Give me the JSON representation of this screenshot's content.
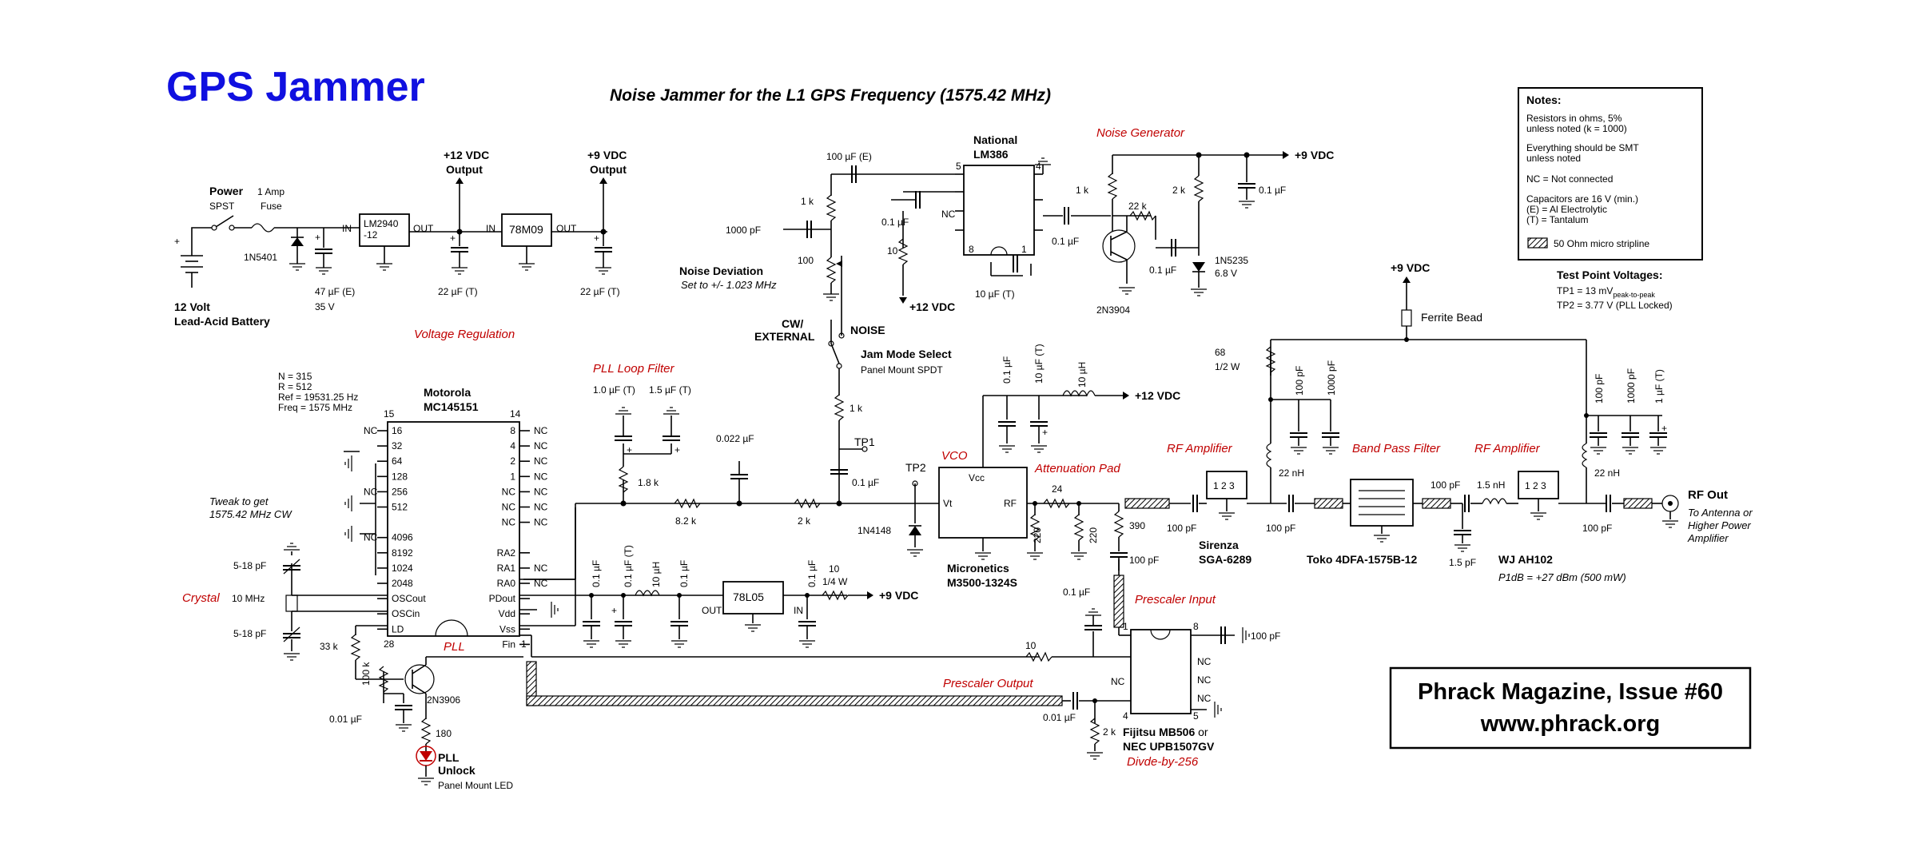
{
  "title": "GPS Jammer",
  "subtitle": "Noise Jammer for the L1 GPS Frequency (1575.42 MHz)",
  "colors": {
    "title": "#1010e0",
    "section_label": "#c00000",
    "ink": "#000000"
  },
  "notes": {
    "header": "Notes:",
    "lines": [
      "Resistors in ohms, 5%",
      "unless noted (k = 1000)",
      "Everything should be SMT",
      "unless noted",
      "NC = Not connected",
      "Capacitors are 16 V (min.)",
      "(E) = Al Electrolytic",
      "(T) = Tantalum",
      "50 Ohm micro stripline"
    ]
  },
  "test_points": {
    "header": "Test Point Voltages:",
    "tp1": "TP1 = 13 mV",
    "tp1_sub": "peak-to-peak",
    "tp2": "TP2 = 3.77 V (PLL Locked)"
  },
  "footer": {
    "line1": "Phrack Magazine, Issue #60",
    "line2": "www.phrack.org"
  },
  "sections": {
    "voltage_regulation": "Voltage Regulation",
    "noise_generator": "Noise Generator",
    "pll_loop_filter": "PLL Loop Filter",
    "vco": "VCO",
    "attenuation_pad": "Attenuation Pad",
    "rf_amplifier_1": "RF Amplifier",
    "band_pass_filter": "Band Pass Filter",
    "rf_amplifier_2": "RF Amplifier",
    "prescaler_input": "Prescaler Input",
    "prescaler_output": "Prescaler Output",
    "pll": "PLL",
    "crystal": "Crystal",
    "divide": "Divde-by-256"
  },
  "power": {
    "power_label": "Power",
    "spst": "SPST",
    "fuse1": "1 Amp",
    "fuse2": "Fuse",
    "battery1": "12 Volt",
    "battery2": "Lead-Acid Battery",
    "diode": "1N5401",
    "cap_in1": "47 µF (E)",
    "cap_in2": "35 V",
    "reg1_a": "LM2940",
    "reg1_b": "-12",
    "reg_in": "IN",
    "reg_out": "OUT",
    "reg2": "78M09",
    "out12_a": "+12 VDC",
    "out12_b": "Output",
    "out9_a": "+9 VDC",
    "out9_b": "Output",
    "cap12": "22 µF (T)",
    "cap9": "22 µF (T)",
    "plus": "+"
  },
  "noise": {
    "c_e100": "100 µF (E)",
    "r1k_a": "1 k",
    "c1000p": "1000 pF",
    "national": "National",
    "lm386": "LM386",
    "nc": "NC",
    "c01_a": "0.1 µF",
    "r10": "10",
    "p12a": "+12 VDC",
    "c10t": "10 µF (T)",
    "c01_b": "0.1 µF",
    "r1k_b": "1 k",
    "r22k": "22 k",
    "r2k": "2 k",
    "c01_c": "0.1 µF",
    "c01_d": "0.1 µF",
    "zener_a": "1N5235",
    "zener_b": "6.8 V",
    "trans": "2N3904",
    "p9": "+9 VDC",
    "pin5": "5",
    "pin4": "4",
    "pin8": "8",
    "pin1": "1",
    "nd_title": "Noise Deviation",
    "nd_sub": "Set to +/- 1.023 MHz",
    "pot100": "100",
    "cw_a": "CW/",
    "cw_b": "EXTERNAL",
    "noise_lbl": "NOISE",
    "jam_a": "Jam Mode Select",
    "jam_b": "Panel Mount SPDT",
    "r1k_c": "1 k",
    "tp1": "TP1",
    "c01_e": "0.1 µF"
  },
  "pll": {
    "n": "N = 315",
    "r": "R = 512",
    "ref": "Ref = 19531.25 Hz",
    "freq": "Freq = 1575 MHz",
    "chip_a": "Motorola",
    "chip_b": "MC145151",
    "pin15": "15",
    "pin14": "14",
    "pin28": "28",
    "pin1": "1",
    "left_pins": [
      "16",
      "32",
      "64",
      "128",
      "256",
      "512",
      "",
      "4096",
      "8192",
      "1024",
      "2048",
      "OSCout",
      "OSCin",
      "LD"
    ],
    "left_nc": [
      "NC",
      "",
      "",
      "",
      "NC",
      "",
      "",
      "NC"
    ],
    "right_pins": [
      "8",
      "4",
      "2",
      "1",
      "NC",
      "NC",
      "NC",
      "",
      "RA2",
      "RA1",
      "RA0",
      "PDout",
      "Vdd",
      "Vss",
      "Fin"
    ],
    "right_nc": [
      "NC",
      "NC",
      "NC",
      "NC",
      "NC",
      "NC",
      "NC",
      "",
      "",
      "NC",
      "NC"
    ],
    "tweak_a": "Tweak to get",
    "tweak_b": "1575.42 MHz CW",
    "trim1": "5-18 pF",
    "trim2": "5-18 pF",
    "xtal": "10 MHz",
    "r33k": "33 k",
    "r100k": "100 k",
    "q": "2N3906",
    "c001": "0.01 µF",
    "r180": "180",
    "led_a": "PLL",
    "led_b": "Unlock",
    "led_c": "Panel Mount LED",
    "lf_c1": "1.0 µF (T)",
    "lf_c2": "1.5 µF (T)",
    "lf_r18": "1.8 k",
    "lf_r82": "8.2 k",
    "lf_c022": "0.022 µF",
    "lf_r2k": "2 k",
    "reg_c01a": "0.1 µF",
    "reg_c01t": "0.1 µF (T)",
    "reg_l10": "10 µH",
    "reg_c01b": "0.1 µF",
    "reg_78l05": "78L05",
    "reg_c01c": "0.1 µF",
    "reg_r10": "10",
    "reg_r14w": "1/4 W",
    "reg_p9": "+9 VDC",
    "reg_in": "IN",
    "reg_out": "OUT"
  },
  "vco": {
    "c01": "0.1 µF",
    "c10t": "10 µF (T)",
    "l10": "10 µH",
    "p12": "+12 VDC",
    "tp2": "TP2",
    "diode": "1N4148",
    "vcc": "Vcc",
    "vt": "Vt",
    "rf": "RF",
    "maker": "Micronetics",
    "part": "M3500-1324S",
    "att24": "24",
    "att220a": "220",
    "att220b": "220",
    "r390": "390",
    "c100p": "100 pF"
  },
  "rf": {
    "p9": "+9 VDC",
    "ferrite": "Ferrite Bead",
    "r68": "68",
    "r68w": "1/2 W",
    "c100p_a": "100 pF",
    "c1000p_a": "1000 pF",
    "l22a": "22 nH",
    "c100p_b": "100 pF",
    "c100p_c": "100 pF",
    "sirenza_a": "Sirenza",
    "sirenza_b": "SGA-6289",
    "toko": "Toko 4DFA-1575B-12",
    "c100p_d": "100 pF",
    "l15": "1.5 nH",
    "c15p": "1.5 pF",
    "wj": "WJ AH102",
    "p1db": "P1dB = +27 dBm (500 mW)",
    "c100p_e": "100 pF",
    "c1000p_b": "1000 pF",
    "c1t": "1 µF (T)",
    "l22b": "22 nH",
    "c100p_f": "100 pF",
    "rfout": "RF Out",
    "ant_a": "To Antenna or",
    "ant_b": "Higher Power",
    "ant_c": "Amplifier",
    "pin123": "1  2  3"
  },
  "prescaler": {
    "c01": "0.1 µF",
    "r10": "10",
    "c100p": "100 pF",
    "c001": "0.01 µF",
    "r2k": "2 k",
    "chip_a": "Fijitsu MB506",
    "chip_b": "or",
    "chip_c": "NEC UPB1507GV",
    "nc": "NC",
    "pin1": "1",
    "pin8": "8",
    "pin4": "4",
    "pin5": "5"
  }
}
